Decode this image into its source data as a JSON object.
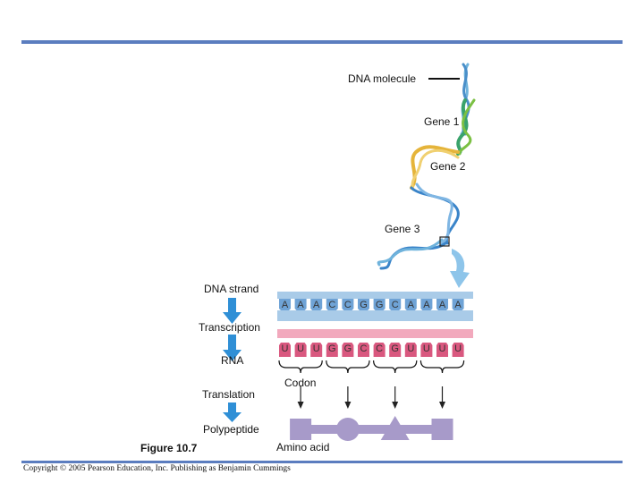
{
  "labels": {
    "dna_molecule": "DNA molecule",
    "gene1": "Gene 1",
    "gene2": "Gene 2",
    "gene3": "Gene 3",
    "dna_strand": "DNA strand",
    "transcription": "Transcription",
    "rna": "RNA",
    "translation": "Translation",
    "codon": "Codon",
    "polypeptide": "Polypeptide",
    "amino_acid": "Amino acid",
    "figure": "Figure 10.7",
    "copyright": "Copyright © 2005 Pearson Education, Inc. Publishing as Benjamin Cummings"
  },
  "dna_bases": [
    "A",
    "A",
    "A",
    "C",
    "C",
    "G",
    "G",
    "C",
    "A",
    "A",
    "A",
    "A"
  ],
  "rna_bases": [
    "U",
    "U",
    "U",
    "G",
    "G",
    "C",
    "C",
    "G",
    "U",
    "U",
    "U",
    "U"
  ],
  "amino_acids": [
    {
      "shape": "square"
    },
    {
      "shape": "circle"
    },
    {
      "shape": "triangle"
    },
    {
      "shape": "square"
    }
  ],
  "colors": {
    "rule": "#5b7dbf",
    "dna_band": "#a9cbe8",
    "dna_tooth": "#6fa3d6",
    "rna_band": "#f2a9bd",
    "rna_tooth": "#d9587f",
    "arrow": "#2f8fd6",
    "amino_acid": "#a79ac9",
    "gene1": "#3aa36b",
    "gene2": "#e5b43a",
    "helix": "#3a84c9"
  }
}
